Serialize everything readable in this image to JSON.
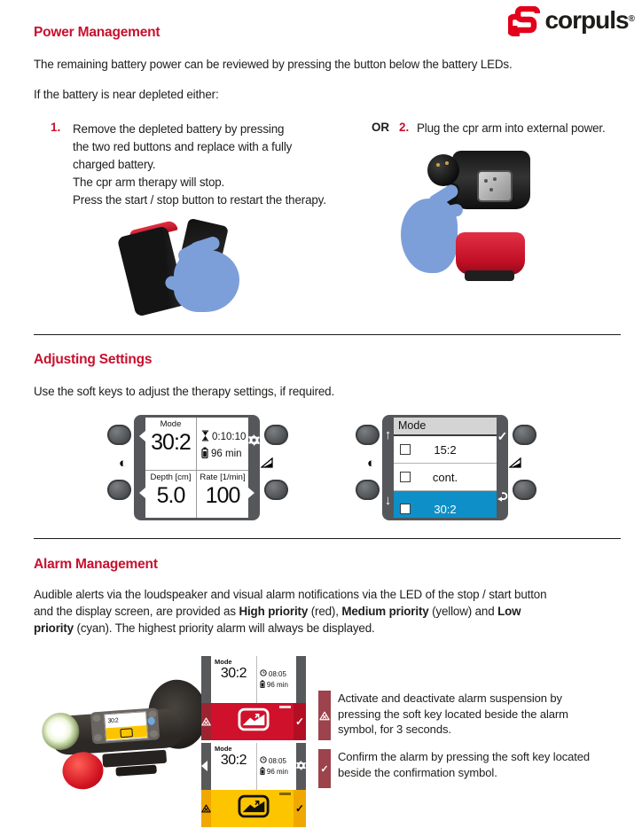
{
  "brand": {
    "name": "corpuls",
    "registered": "®",
    "logo_color": "#e2001a"
  },
  "icons": {
    "contrast": "◐",
    "check": "✓",
    "arrow_up": "↑",
    "arrow_down": "↓"
  },
  "power": {
    "heading": "Power Management",
    "para1": "The remaining battery power can be reviewed by pressing the button below the battery LEDs.",
    "para2": "If the battery is near depleted either:",
    "step1": {
      "num": "1.",
      "lines": [
        "Remove the depleted battery by pressing",
        "the two red buttons and replace with a fully",
        "charged battery.",
        "The cpr arm therapy will stop.",
        "Press the start / stop button to restart the therapy."
      ]
    },
    "or_label": "OR",
    "step2": {
      "num": "2.",
      "text": "Plug the cpr arm into external power."
    }
  },
  "adjusting": {
    "heading": "Adjusting Settings",
    "para": "Use the soft keys to adjust the therapy settings, if required.",
    "main_screen": {
      "mode_label": "Mode",
      "mode_value": "30:2",
      "time_value": "0:10:10",
      "battery_value": "96 min",
      "depth_label": "Depth [cm]",
      "depth_value": "5.0",
      "rate_label": "Rate [1/min]",
      "rate_value": "100"
    },
    "menu_screen": {
      "title": "Mode",
      "options": [
        {
          "label": "15:2",
          "selected": false
        },
        {
          "label": "cont.",
          "selected": false
        },
        {
          "label": "30:2",
          "selected": true
        }
      ],
      "highlight_color": "#0e8fc7"
    }
  },
  "alarm": {
    "heading": "Alarm Management",
    "para_lines": [
      [
        {
          "t": "Audible alerts via the loudspeaker and visual alarm notifications via the LED of the stop / start button"
        }
      ],
      [
        {
          "t": "and the display screen, are provided as "
        },
        {
          "t": "High priority",
          "b": true
        },
        {
          "t": " (red), "
        },
        {
          "t": "Medium priority",
          "b": true
        },
        {
          "t": " (yellow) and "
        },
        {
          "t": "Low",
          "b": true
        }
      ],
      [
        {
          "t": "priority",
          "b": true
        },
        {
          "t": " (cyan). The highest priority alarm will always be displayed."
        }
      ]
    ],
    "screen": {
      "mode_label": "Mode",
      "mode_value": "30:2",
      "time_value": "08:05",
      "battery_value": "96 min"
    },
    "colors": {
      "high": "#d0112b",
      "medium": "#fdc500"
    },
    "notes": [
      {
        "icon": "alarm-suspend-icon",
        "lines": [
          "Activate and deactivate alarm suspension by",
          "pressing the soft key located beside the alarm",
          "symbol, for 3 seconds."
        ]
      },
      {
        "icon": "confirm-icon",
        "lines": [
          "Confirm the alarm by pressing the soft key located",
          "beside the confirmation symbol."
        ]
      }
    ]
  }
}
